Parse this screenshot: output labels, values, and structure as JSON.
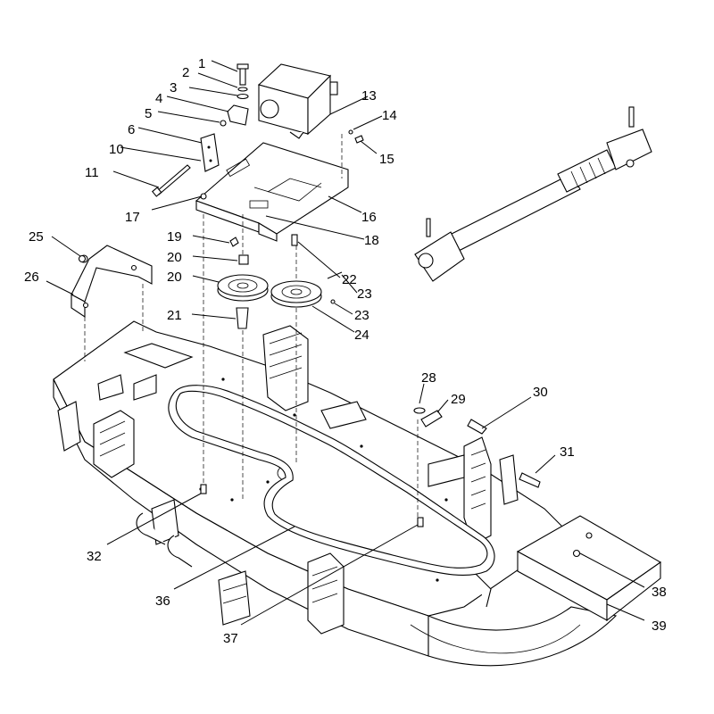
{
  "diagram": {
    "callouts": [
      "1",
      "2",
      "3",
      "4",
      "5",
      "6",
      "10",
      "11",
      "13",
      "14",
      "15",
      "16",
      "17",
      "18",
      "19",
      "20",
      "20",
      "21",
      "22",
      "23",
      "23",
      "24",
      "25",
      "26",
      "28",
      "29",
      "30",
      "31",
      "32",
      "36",
      "37",
      "38",
      "39"
    ]
  }
}
